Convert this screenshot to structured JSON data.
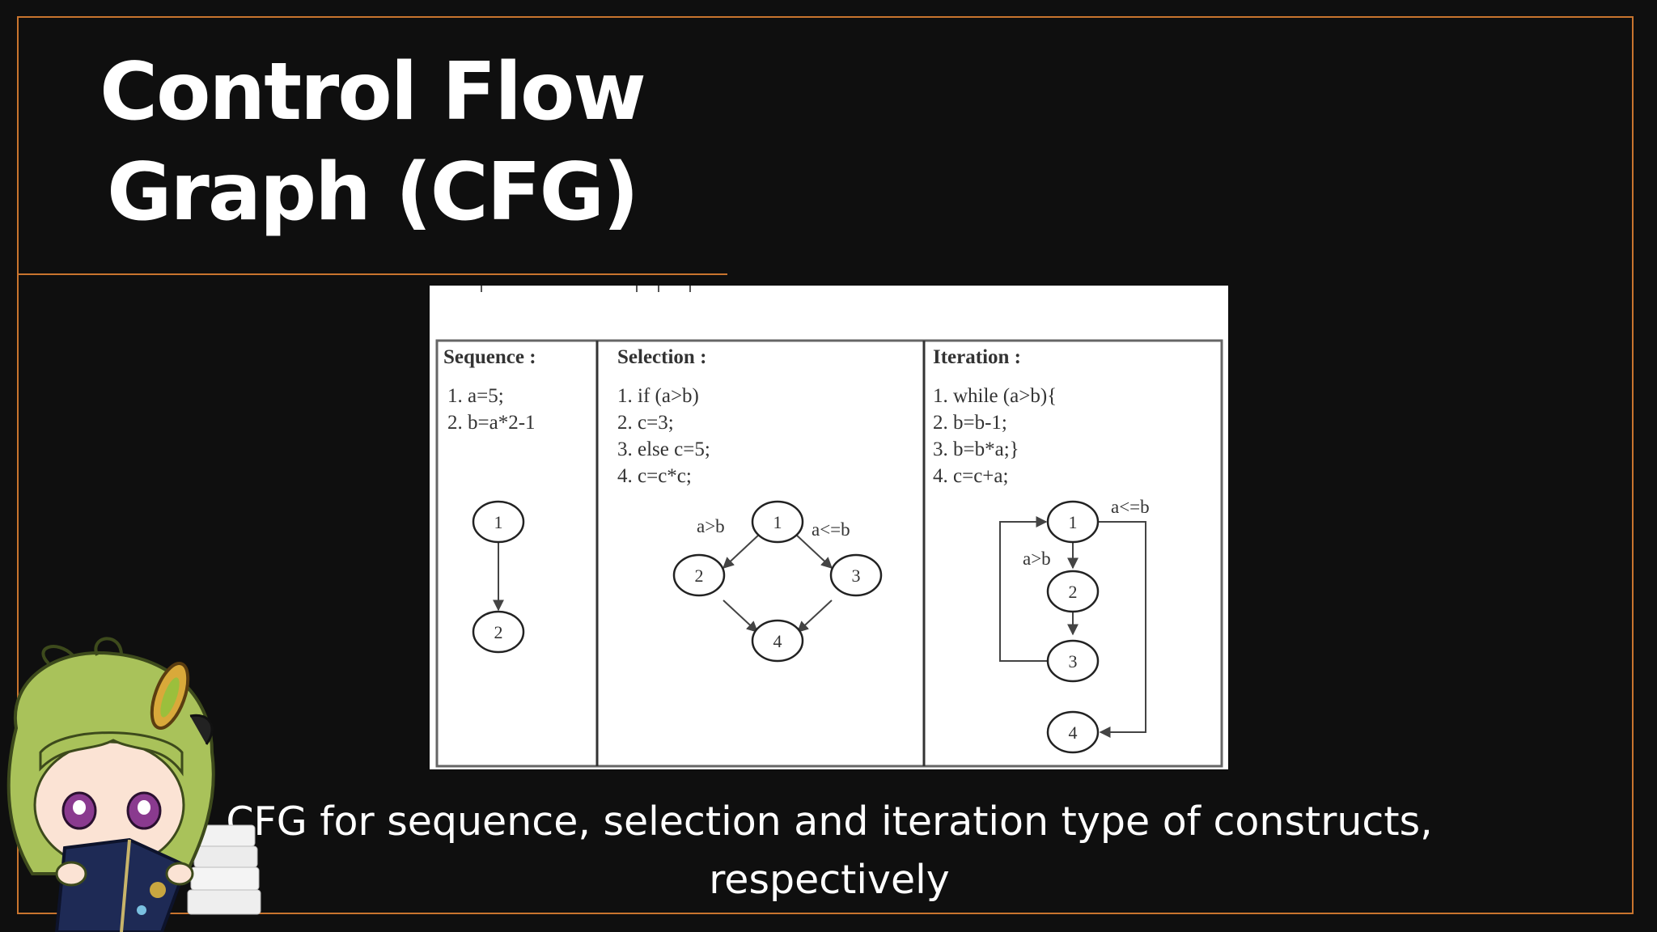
{
  "slide": {
    "title_line1": "Control Flow",
    "title_line2": "Graph (CFG)",
    "caption_line1": "CFG for sequence, selection and iteration type of constructs,",
    "caption_line2": "respectively"
  },
  "colors": {
    "accent": "#c8742e",
    "background": "#0f0f0f",
    "text": "#ffffff"
  },
  "figure": {
    "panels": [
      {
        "heading": "Sequence :",
        "code": [
          "1. a=5;",
          "2. b=a*2-1"
        ],
        "nodes": [
          "1",
          "2"
        ],
        "edge_labels": []
      },
      {
        "heading": "Selection :",
        "code": [
          "1. if (a>b)",
          "2. c=3;",
          "3. else c=5;",
          "4. c=c*c;"
        ],
        "nodes": [
          "1",
          "2",
          "3",
          "4"
        ],
        "edge_labels": [
          "a>b",
          "a<=b"
        ]
      },
      {
        "heading": "Iteration :",
        "code": [
          "1. while (a>b){",
          "2. b=b-1;",
          "3. b=b*a;}",
          "4. c=c+a;"
        ],
        "nodes": [
          "1",
          "2",
          "3",
          "4"
        ],
        "edge_labels": [
          "a<=b",
          "a>b"
        ]
      }
    ]
  }
}
